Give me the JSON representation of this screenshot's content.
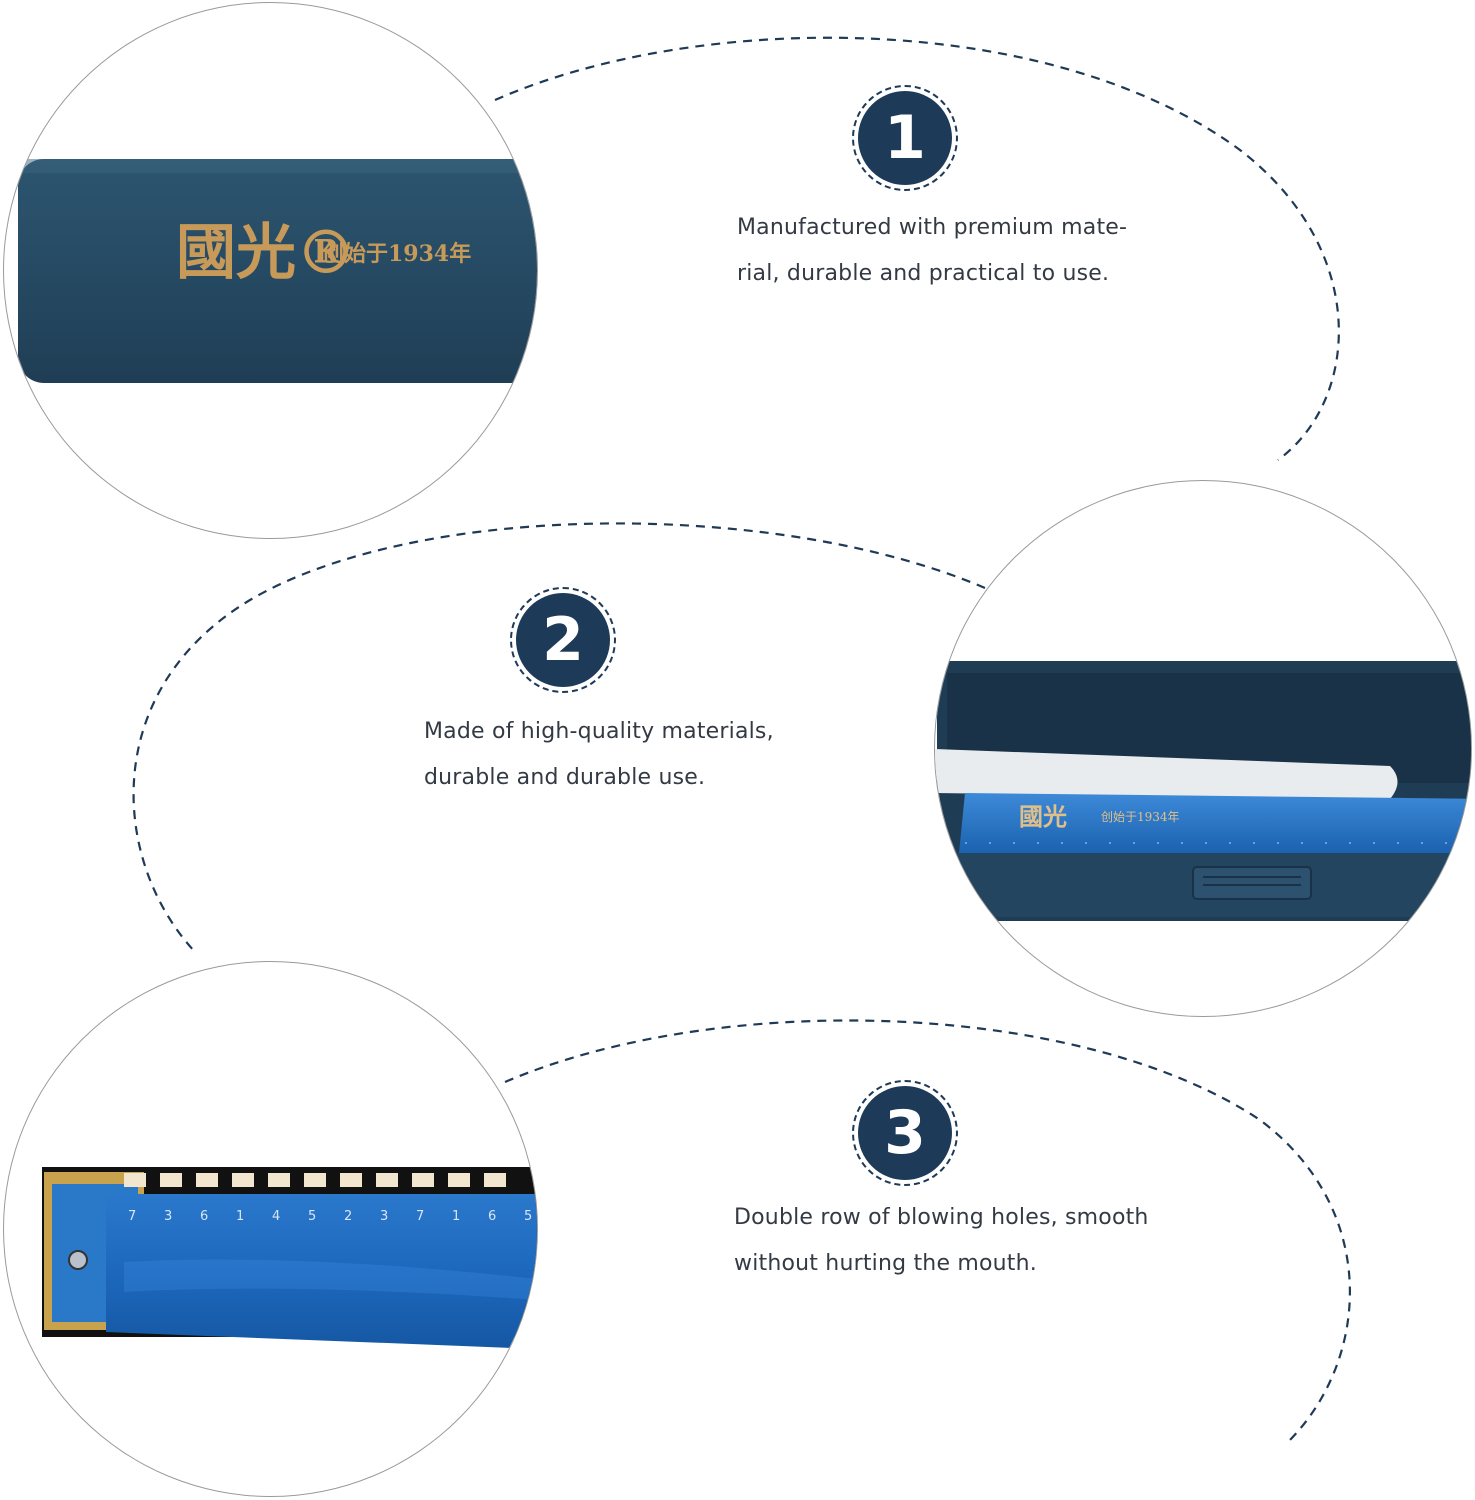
{
  "features": [
    {
      "number": "1",
      "lines": [
        "Manufactured with premium mate-",
        "rial, durable and practical to use."
      ]
    },
    {
      "number": "2",
      "lines": [
        "Made of high-quality materials,",
        "durable and durable use."
      ]
    },
    {
      "number": "3",
      "lines": [
        "Double row of blowing holes, smooth",
        "without hurting the mouth."
      ]
    }
  ],
  "product": {
    "brand_mark": "國光®",
    "brand_subtitle": "创始于1934年",
    "scale_digits": [
      "7",
      "3",
      "6",
      "1",
      "4",
      "5",
      "2",
      "3",
      "7",
      "1",
      "6",
      "5"
    ]
  },
  "colors": {
    "badge": "#1d3a58",
    "case": "#264a63",
    "harmonica_blue": "#1f6fc0",
    "gold_print": "#c79a5a",
    "text": "#333a44"
  }
}
